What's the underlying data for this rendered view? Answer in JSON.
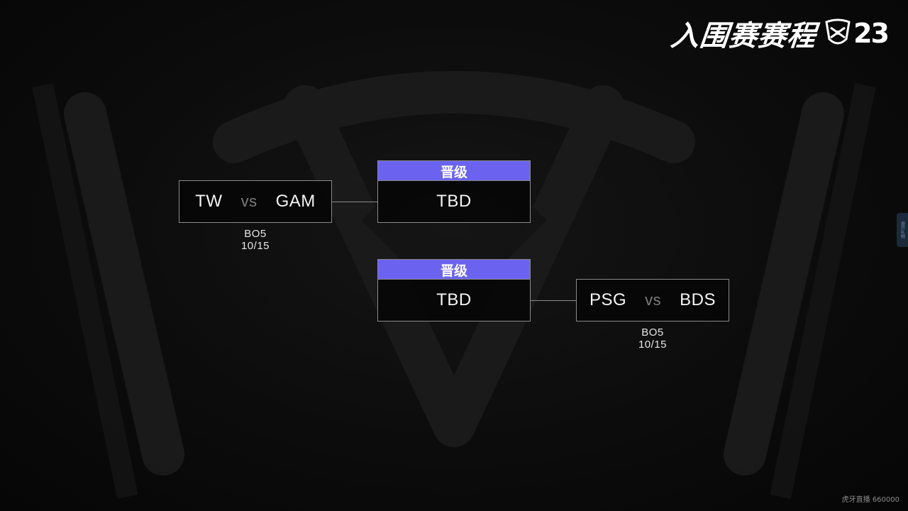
{
  "header": {
    "title": "入围赛赛程",
    "logo_year": "23"
  },
  "bracket": {
    "match1": {
      "team_a": "TW",
      "vs": "vs",
      "team_b": "GAM",
      "format": "BO5",
      "date": "10/15"
    },
    "advance1": {
      "label": "晋级",
      "team": "TBD"
    },
    "advance2": {
      "label": "晋级",
      "team": "TBD"
    },
    "match2": {
      "team_a": "PSG",
      "vs": "vs",
      "team_b": "BDS",
      "format": "BO5",
      "date": "10/15"
    }
  },
  "side_tab": {
    "label": "展开礼物"
  },
  "watermark": {
    "text": "虎牙直播 660000"
  },
  "colors": {
    "background": "#080808",
    "accent": "#6b63f0",
    "border": "#8a8a8a",
    "vs_text": "#7c7c7c"
  }
}
